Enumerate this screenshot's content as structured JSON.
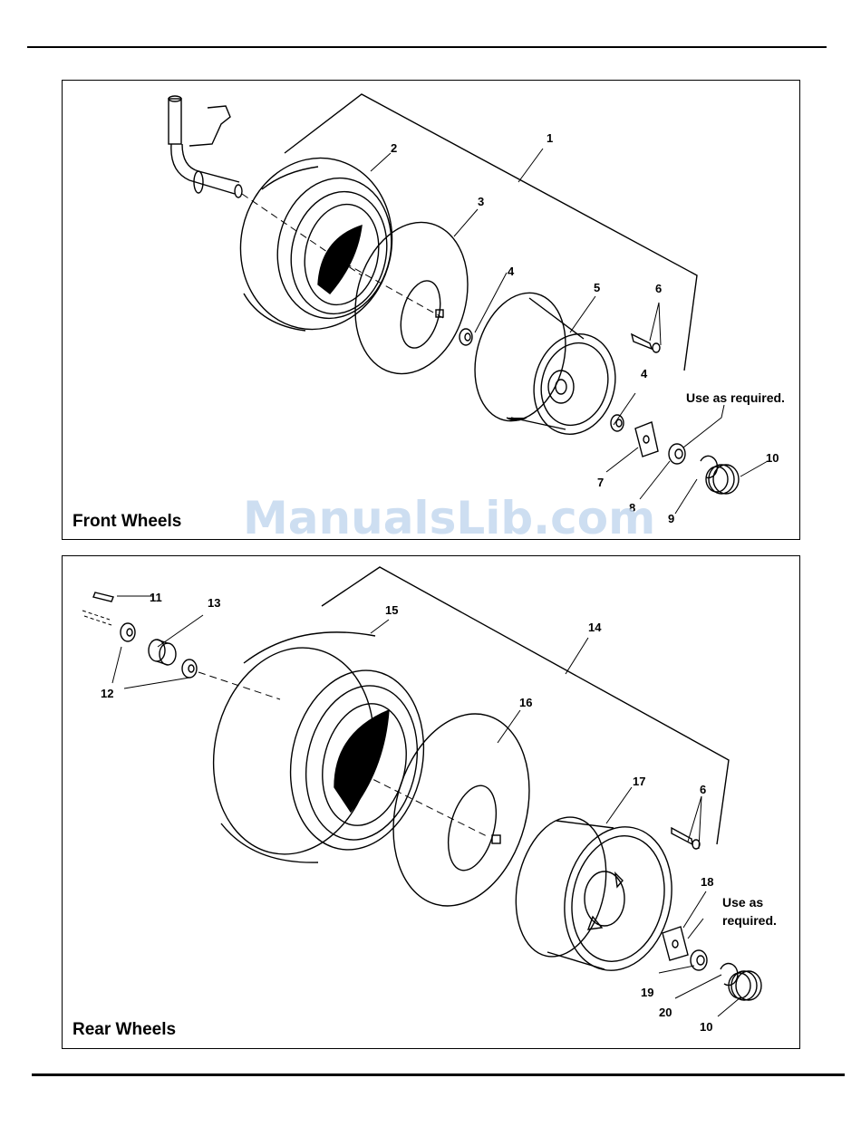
{
  "front_panel": {
    "title": "Front Wheels",
    "callouts": [
      "1",
      "2",
      "3",
      "4",
      "5",
      "6",
      "4",
      "7",
      "8",
      "9",
      "10"
    ],
    "note": "Use as required."
  },
  "rear_panel": {
    "title": "Rear Wheels",
    "callouts": [
      "11",
      "13",
      "15",
      "14",
      "12",
      "16",
      "17",
      "6",
      "18",
      "19",
      "20",
      "10"
    ],
    "note_line1": "Use as",
    "note_line2": "required."
  },
  "watermark": "ManualsLib.com"
}
